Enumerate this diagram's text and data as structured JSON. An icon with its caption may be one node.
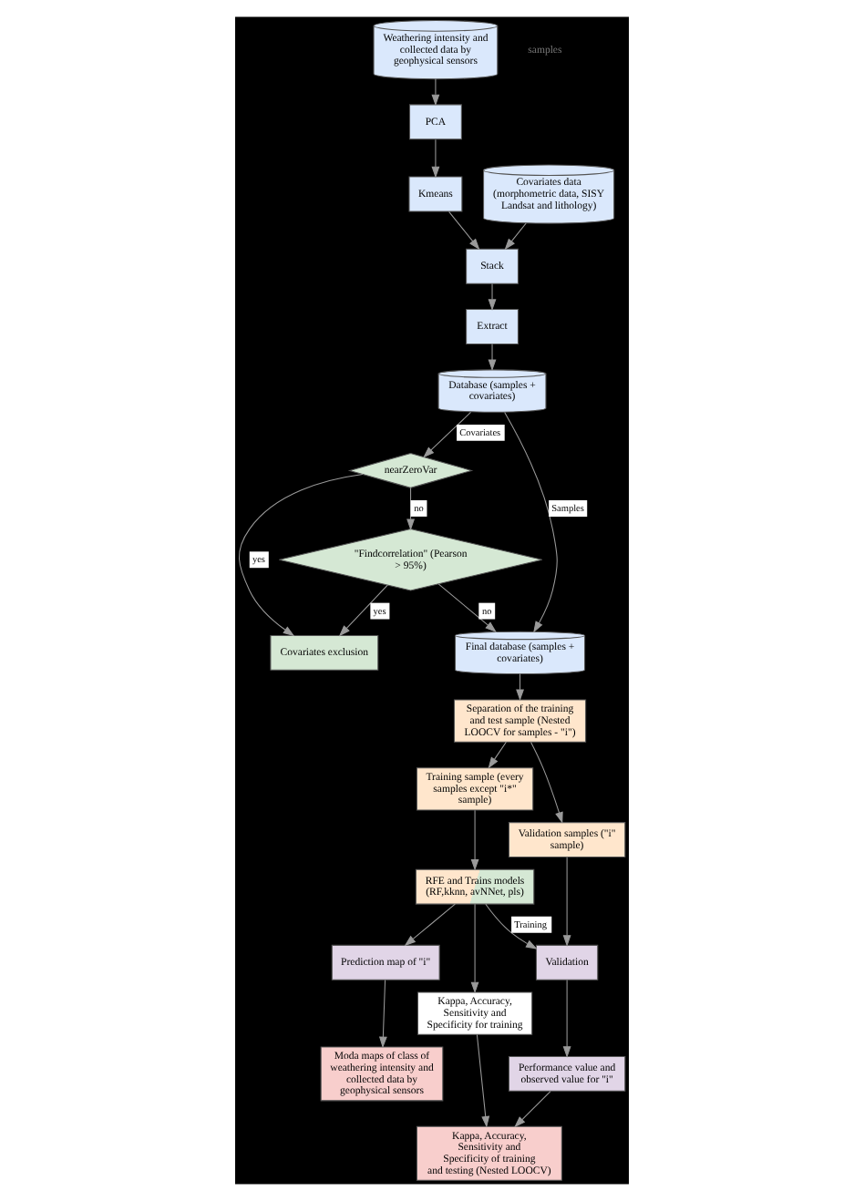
{
  "diagram": {
    "nodes": [
      {
        "text": [
          "Weathering intensity and collected data by geophysical sensors"
        ]
      },
      {
        "text": [
          "Covariates data (morphometric data, SISY Landsat and lithology)"
        ]
      },
      {
        "text": [
          "PCA"
        ]
      },
      {
        "text": [
          "Kmeans"
        ]
      },
      {
        "text": [
          "Stack"
        ]
      },
      {
        "text": [
          "Extract"
        ]
      },
      {
        "text": [
          "Database (samples + covariates)"
        ]
      },
      {
        "text": [
          "nearZeroVar"
        ]
      },
      {
        "text": [
          "Final database (samples + covariates)"
        ]
      },
      {
        "text": [
          "\"Findcorrelation\" (Pearson > 95%)"
        ]
      },
      {
        "text": [
          "Separation of the training and test sample (Nested LOOCV for samples - \"i\")"
        ]
      },
      {
        "text": [
          "Covariates exclusion"
        ]
      },
      {
        "text": [
          "Training sample (every samples except \"i*\" sample)"
        ]
      },
      {
        "text": [
          "Validation samples (\"i\" sample)"
        ]
      },
      {
        "text": [
          "RFE and Trains models (RF,kknn, avNNet, pls)"
        ]
      },
      {
        "text": [
          "Validation"
        ]
      },
      {
        "text": [
          "Prediction map of \"i\""
        ]
      },
      {
        "text": [
          "Kappa, Accuracy, Sensitivity and Specificity for training"
        ]
      },
      {
        "text": [
          "Performance value and observed value for \"i\""
        ]
      },
      {
        "text": [
          "Moda maps of class of weathering intensity and collected data by geophysical sensors"
        ]
      },
      {
        "text": [
          "Kappa, Accuracy, Sensitivity and Specificity of training and testing (Nested LOOCV)"
        ]
      }
    ],
    "edges": [
      {
        "from": 0,
        "to": 2,
        "arrow": "to"
      },
      {
        "from": 2,
        "to": 3,
        "arrow": "to"
      },
      {
        "from": 3,
        "to": 4,
        "arrow": "to"
      },
      {
        "from": 1,
        "to": 4,
        "arrow": "to"
      },
      {
        "from": 4,
        "to": 5,
        "arrow": "to"
      },
      {
        "from": 5,
        "to": 6,
        "arrow": "to"
      },
      {
        "from": 6,
        "to": 7,
        "label": "Covariates",
        "arrow": "to"
      },
      {
        "from": 6,
        "to": 8,
        "label": "Samples",
        "arrow": "to"
      },
      {
        "from": 7,
        "to": 9,
        "label": "no",
        "arrow": "to"
      },
      {
        "from": 9,
        "to": 8,
        "label": "no",
        "arrow": "to"
      },
      {
        "from": 9,
        "to": 11,
        "label": "yes",
        "arrow": "to"
      },
      {
        "from": 7,
        "to": 11,
        "label": "yes",
        "arrow": "to"
      },
      {
        "from": 8,
        "to": 10,
        "arrow": "to"
      },
      {
        "from": 10,
        "to": 12,
        "arrow": "to"
      },
      {
        "from": 10,
        "to": 13,
        "arrow": "to"
      },
      {
        "from": 12,
        "to": 14,
        "arrow": "to"
      },
      {
        "from": 13,
        "to": 15,
        "arrow": "to"
      },
      {
        "from": 14,
        "to": 15,
        "label": "Training",
        "arrow": "to"
      },
      {
        "from": 14,
        "to": 16,
        "arrow": "to"
      },
      {
        "from": 14,
        "to": 17,
        "arrow": "to"
      },
      {
        "from": 15,
        "to": 18,
        "arrow": "to"
      },
      {
        "from": 16,
        "to": 19,
        "arrow": "to"
      },
      {
        "from": 17,
        "to": 20,
        "arrow": "to"
      },
      {
        "from": 18,
        "to": 20,
        "arrow": "to"
      }
    ],
    "labels": [
      "samples"
    ]
  }
}
